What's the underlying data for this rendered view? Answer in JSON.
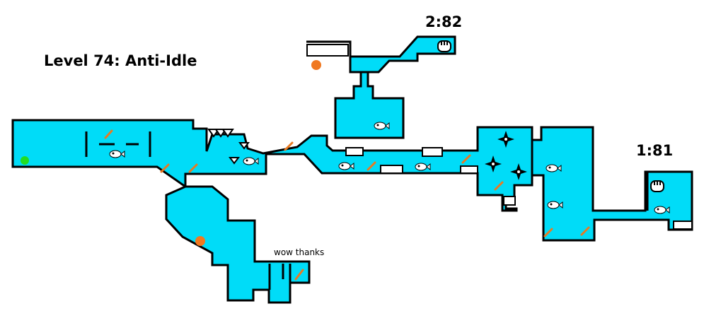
{
  "level": {
    "title": "Level 74: Anti-Idle",
    "times": {
      "top_room": "2:82",
      "right_room": "1:81"
    },
    "note": "wow thanks"
  },
  "colors": {
    "water": "#00dcf8",
    "wall": "#000000",
    "background": "#ffffff",
    "start_marker": "#22dd22",
    "coin": "#f07820",
    "spring": "#e87a22",
    "fish": "#ffffff"
  },
  "legend_icons": [
    "start-green-dot",
    "orange-coin",
    "orange-spring",
    "white-fish-enemy",
    "black-shuriken-hazard",
    "white-glove-goal",
    "black-spike-hazard"
  ]
}
